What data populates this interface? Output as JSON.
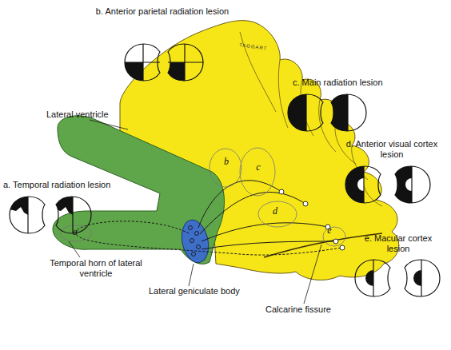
{
  "diagram": {
    "labels": [
      "b. Anterior parietal radiation lesion",
      "Lateral ventricle",
      "a. Temporal radiation lesion",
      "Temporal horn of lateral ventricle",
      "Lateral geniculate body",
      "Calcarine fissure",
      "c. Main radiation lesion",
      "d. Anterior visual cortex lesion",
      "e. Macular cortex lesion",
      "TAGGART",
      "a",
      "b",
      "c",
      "d",
      "e"
    ]
  }
}
